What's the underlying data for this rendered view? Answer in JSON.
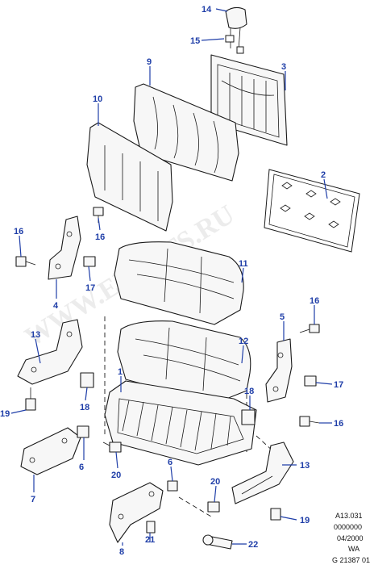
{
  "watermark": "WWW.ELCATS.RU",
  "callouts": {
    "c1": "1",
    "c2": "2",
    "c3": "3",
    "c4": "4",
    "c5": "5",
    "c6a": "6",
    "c6b": "6",
    "c7": "7",
    "c8": "8",
    "c9": "9",
    "c10": "10",
    "c11": "11",
    "c12": "12",
    "c13a": "13",
    "c13b": "13",
    "c14": "14",
    "c15": "15",
    "c16a": "16",
    "c16b": "16",
    "c16c": "16",
    "c16d": "16",
    "c17a": "17",
    "c17b": "17",
    "c18a": "18",
    "c18b": "18",
    "c19a": "19",
    "c19b": "19",
    "c20a": "20",
    "c20b": "20",
    "c21": "21",
    "c22": "22"
  },
  "info_block": {
    "line1": "A13.031",
    "line2": "0000000",
    "line3": "04/2000",
    "line4": "WA",
    "line5": "G 21387 01"
  }
}
